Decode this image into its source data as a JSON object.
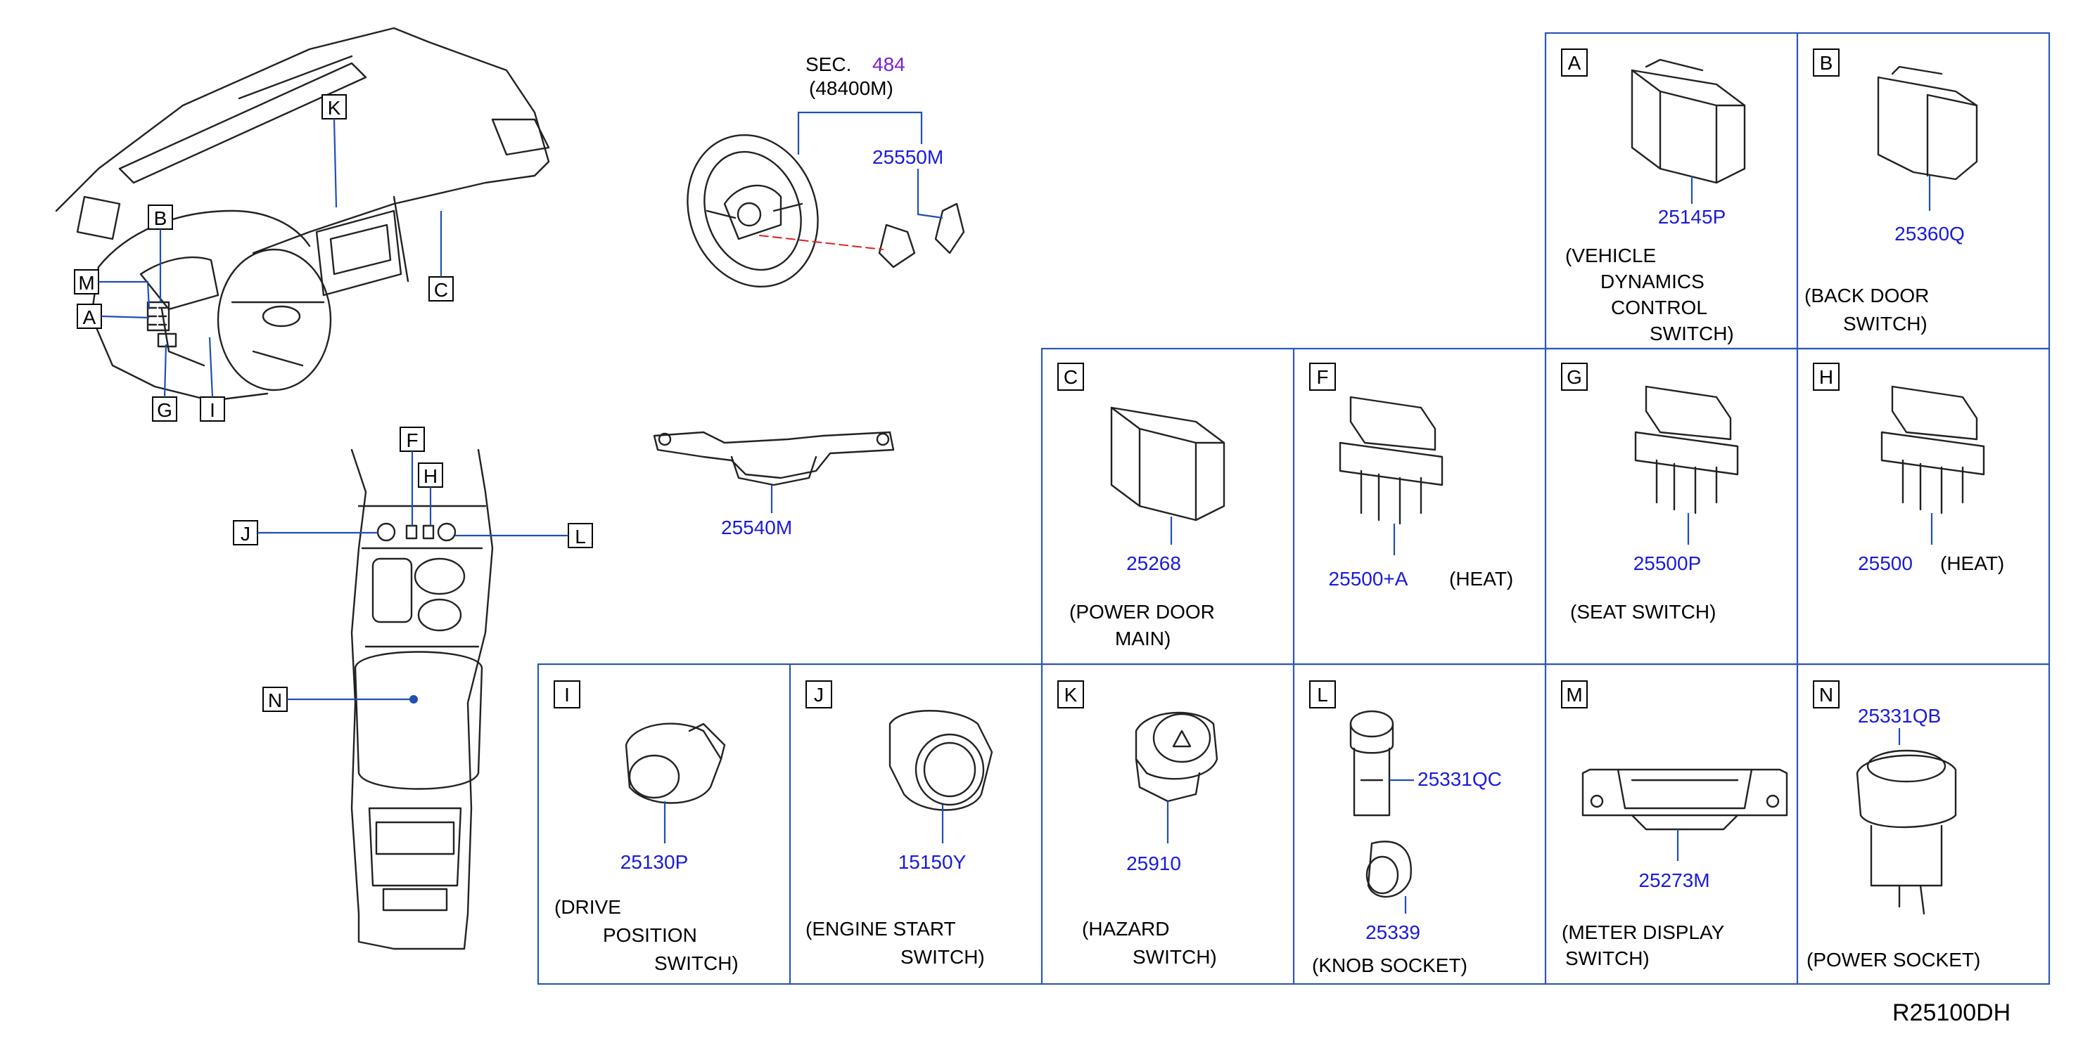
{
  "steering": {
    "sec_prefix": "SEC.",
    "sec_number": "484",
    "sec_sub": "(48400M)",
    "part_switch": "25550M",
    "part_combo": "25540M"
  },
  "callouts": {
    "dash": [
      "K",
      "B",
      "M",
      "A",
      "C",
      "G",
      "I"
    ],
    "console": [
      "F",
      "H",
      "J",
      "L",
      "N"
    ]
  },
  "panels": [
    {
      "letter": "A",
      "part": "25145P",
      "desc": [
        "(VEHICLE",
        "DYNAMICS",
        "CONTROL",
        "SWITCH)"
      ]
    },
    {
      "letter": "B",
      "part": "25360Q",
      "desc": [
        "(BACK   DOOR",
        "SWITCH)"
      ]
    },
    {
      "letter": "C",
      "part": "25268",
      "desc": [
        "(POWER   DOOR",
        "MAIN)"
      ]
    },
    {
      "letter": "F",
      "part": "25500+A",
      "note": "(HEAT)",
      "desc": []
    },
    {
      "letter": "G",
      "part": "25500P",
      "desc": [
        "(SEAT   SWITCH)"
      ]
    },
    {
      "letter": "H",
      "part": "25500",
      "note": "(HEAT)",
      "desc": []
    },
    {
      "letter": "I",
      "part": "25130P",
      "desc": [
        "(DRIVE",
        "POSITION",
        "SWITCH)"
      ]
    },
    {
      "letter": "J",
      "part": "15150Y",
      "desc": [
        "(ENGINE   START",
        "SWITCH)"
      ]
    },
    {
      "letter": "K",
      "part": "25910",
      "desc": [
        "(HAZARD",
        "SWITCH)"
      ]
    },
    {
      "letter": "L",
      "part": "25331QC",
      "part2": "25339",
      "desc": [
        "(KNOB   SOCKET)"
      ]
    },
    {
      "letter": "M",
      "part": "25273M",
      "desc": [
        "(METER  DISPLAY",
        "SWITCH)"
      ]
    },
    {
      "letter": "N",
      "part": "25331QB",
      "desc": [
        "(POWER   SOCKET)"
      ]
    }
  ],
  "reference": "R25100DH"
}
